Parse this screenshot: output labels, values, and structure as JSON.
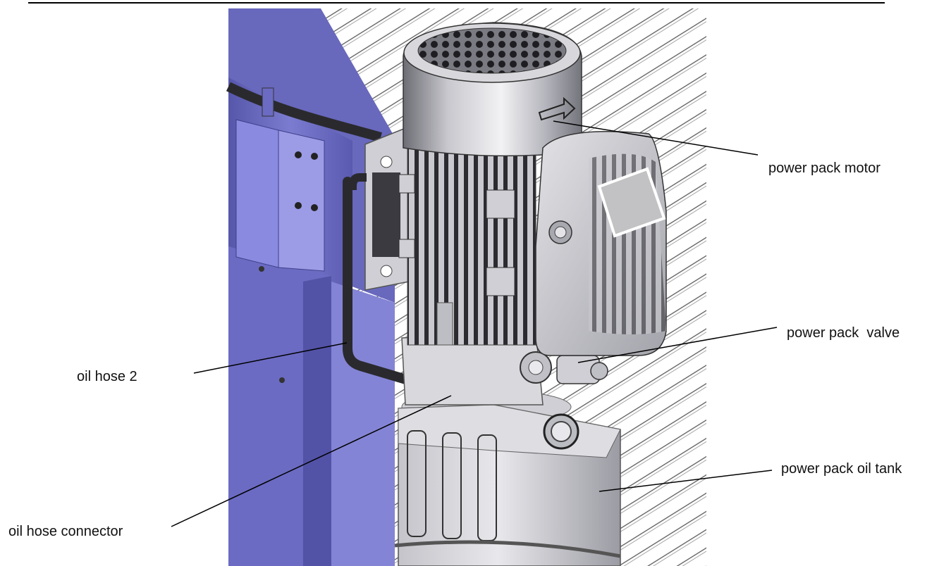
{
  "labels": {
    "motor": "power pack motor",
    "valve": "power pack  valve",
    "hose2": "oil hose 2",
    "tank": "power pack oil tank",
    "connector": "oil hose connector"
  },
  "colors": {
    "frame_blue": "#6f6fc2",
    "frame_blue_dark": "#4c4ca0",
    "frame_blue_light": "#9a9ae0",
    "metal_light": "#d6d6da",
    "metal_mid": "#a9a9b0",
    "metal_dark": "#5e5e66",
    "hose": "#2a2a2e",
    "connector_yellow": "#e9d21a"
  }
}
